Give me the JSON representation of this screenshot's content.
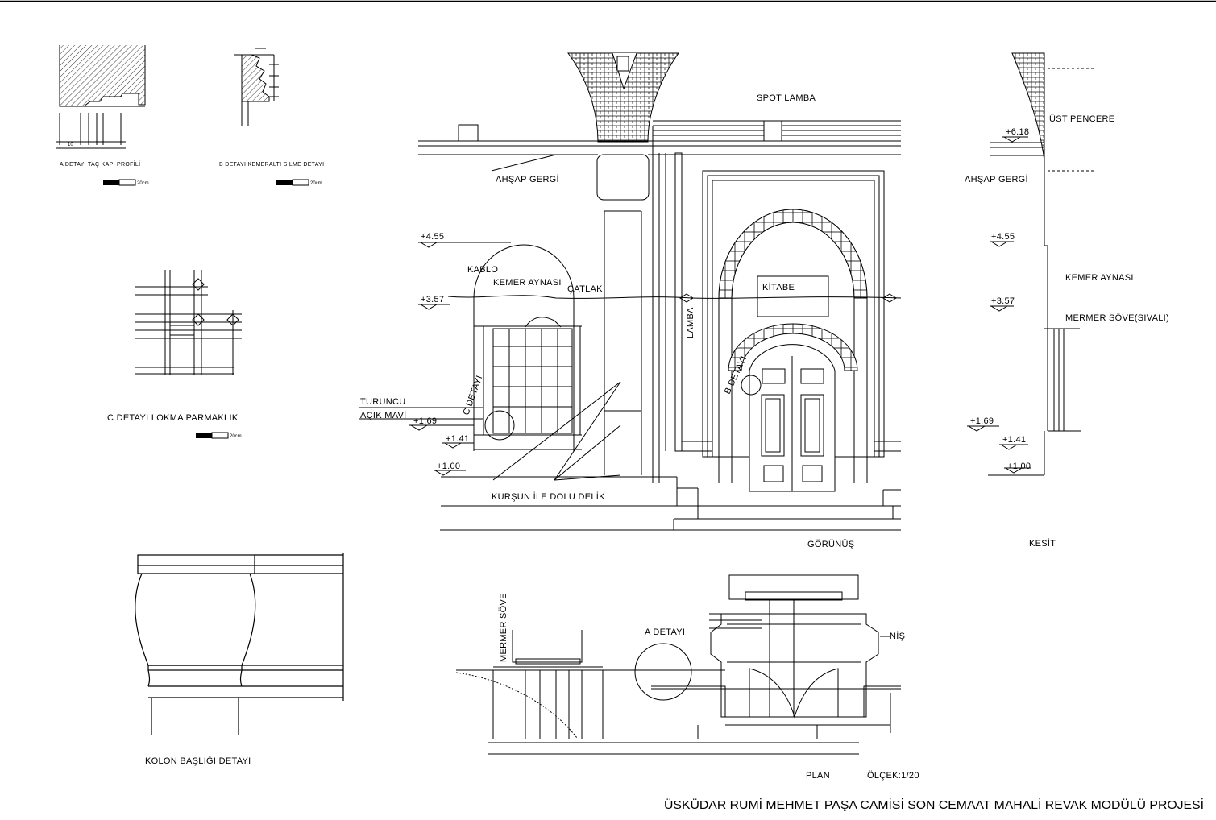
{
  "title": "ÜSKÜDAR RUMİ MEHMET PAŞA CAMİSİ SON CEMAAT MAHALİ REVAK MODÜLÜ PROJESİ",
  "details": {
    "a_profile": "A DETAYI TAÇ KAPI PROFİLİ",
    "b_profile": "B DETAYI KEMERALTI SİLME DETAYI",
    "c_lokma": "C DETAYI LOKMA PARMAKLIK",
    "kolon": "KOLON BAŞLIĞI DETAYI",
    "scale_bar": "20cm"
  },
  "elevation": {
    "spot_lamba": "SPOT LAMBA",
    "ahsap_gergi": "AHŞAP GERGİ",
    "kablo": "KABLO",
    "kemer_aynasi": "KEMER AYNASI",
    "catlak": "ÇATLAK",
    "kitabe": "KİTABE",
    "lamba": "LAMBA",
    "b_detayi": "B DETAYI",
    "c_detayi": "C DETAYI",
    "turuncu": "TURUNCU",
    "acik_mavi": "AÇIK MAVİ",
    "kursun": "KURŞUN İLE DOLU DELİK",
    "lv_455": "+4.55",
    "lv_357": "+3.57",
    "lv_169": "+1.69",
    "lv_141": "+1.41",
    "lv_100": "+1.00",
    "caption": "GÖRÜNÜŞ"
  },
  "section": {
    "ust_pencere": "ÜST PENCERE",
    "lv_618": "+6.18",
    "ahsap_gergi": "AHŞAP GERGİ",
    "lv_455": "+4.55",
    "kemer_aynasi": "KEMER AYNASI",
    "lv_357": "+3.57",
    "mermer_sove": "MERMER SÖVE(SIVALI)",
    "lv_169": "+1.69",
    "lv_141": "+1.41",
    "lv_100": "+1.00",
    "caption": "KESİT"
  },
  "plan": {
    "mermer_sove": "MERMER SÖVE",
    "a_detayi": "A DETAYI",
    "nis": "NİŞ",
    "caption": "PLAN",
    "scale": "ÖLÇEK:1/20"
  }
}
